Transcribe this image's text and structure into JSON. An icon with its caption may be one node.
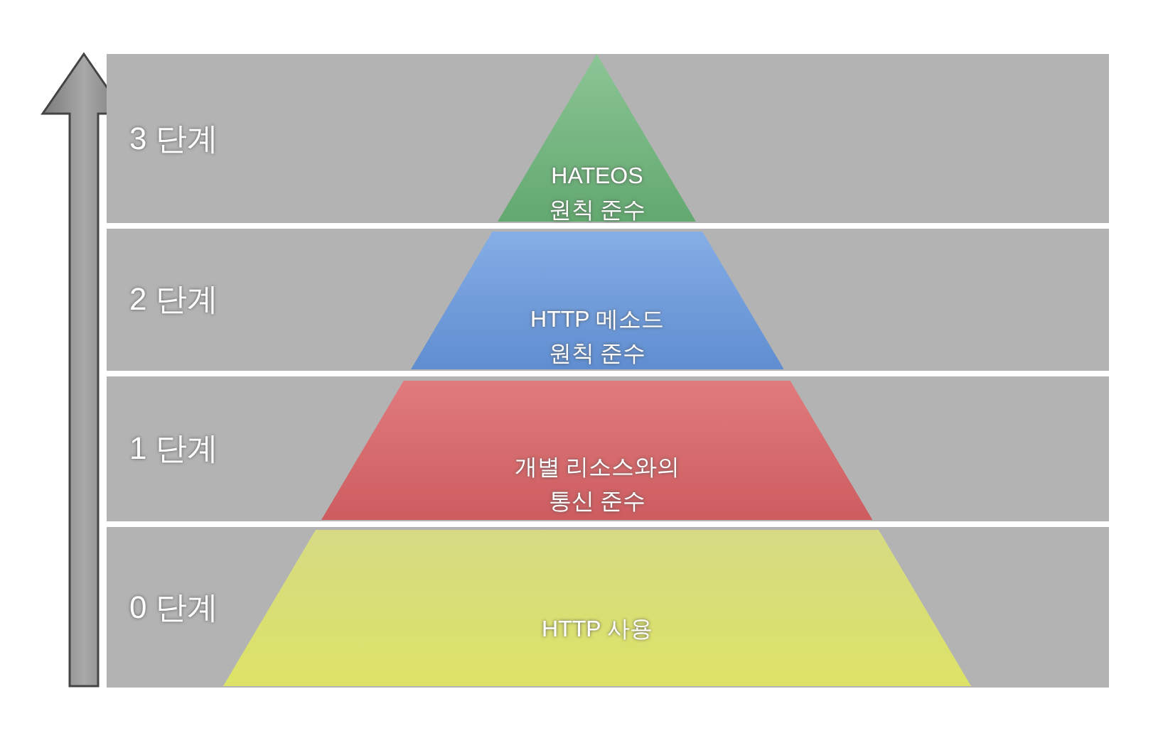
{
  "diagram": {
    "nodes": [
      {
        "text": [
          "3 단계"
        ]
      },
      {
        "text": [
          "HATEOS 원칙 준수"
        ],
        "in": 0
      },
      {
        "text": [
          "2 단계"
        ]
      },
      {
        "text": [
          "HTTP 메소드 원칙 준수"
        ],
        "in": 2
      },
      {
        "text": [
          "1 단계"
        ]
      },
      {
        "text": [
          "개별 리소스와의 통신 준수"
        ],
        "in": 4
      },
      {
        "text": [
          "0 단계"
        ]
      },
      {
        "text": [
          "HTTP 사용"
        ],
        "in": 6
      }
    ]
  }
}
